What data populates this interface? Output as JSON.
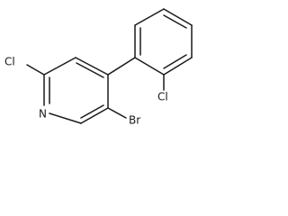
{
  "molecule": {
    "atoms": {
      "cl_left": "Cl",
      "n_ring": "N",
      "br": "Br",
      "cl_right": "Cl"
    }
  },
  "colors": {
    "bond": "#1a1a1a",
    "background": "#ffffff"
  }
}
